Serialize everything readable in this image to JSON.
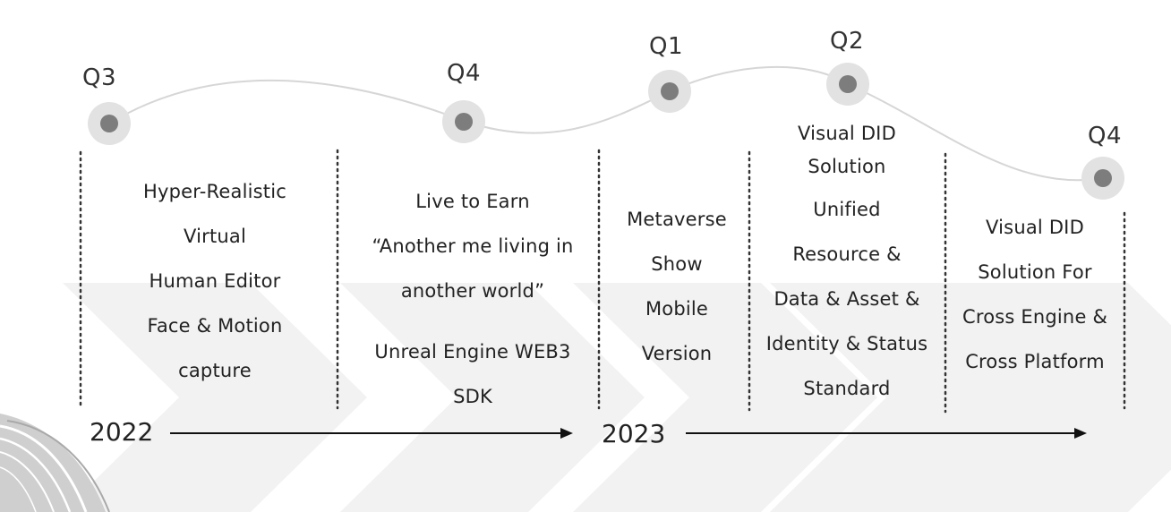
{
  "colors": {
    "text": "#222222",
    "milestone_outer": "#e2e2e2",
    "milestone_inner": "#7d7d7d",
    "chevron": "#f2f2f2",
    "curve": "#d6d6d6",
    "divider": "#333333",
    "arrow": "#111111"
  },
  "years": [
    {
      "label": "2022"
    },
    {
      "label": "2023"
    }
  ],
  "milestones": [
    {
      "quarter": "Q3"
    },
    {
      "quarter": "Q4"
    },
    {
      "quarter": "Q1"
    },
    {
      "quarter": "Q2"
    },
    {
      "quarter": "Q4"
    }
  ],
  "columns": [
    {
      "groups": [
        [
          "Hyper-Realistic",
          "Virtual",
          "Human Editor",
          "Face & Motion",
          "capture"
        ]
      ]
    },
    {
      "groups": [
        [
          "Live to Earn",
          "“Another me living in",
          "another world”"
        ],
        [
          "Unreal Engine WEB3",
          "SDK"
        ]
      ]
    },
    {
      "groups": [
        [
          "Metaverse",
          "Show",
          "Mobile",
          "Version"
        ]
      ]
    },
    {
      "groups": [
        [
          "Visual DID",
          "Solution"
        ],
        [
          "Unified",
          "Resource &",
          "Data & Asset &",
          "Identity & Status",
          "Standard"
        ]
      ]
    },
    {
      "groups": [
        [
          "Visual DID",
          "Solution For",
          "Cross Engine &",
          "Cross Platform"
        ]
      ]
    }
  ]
}
